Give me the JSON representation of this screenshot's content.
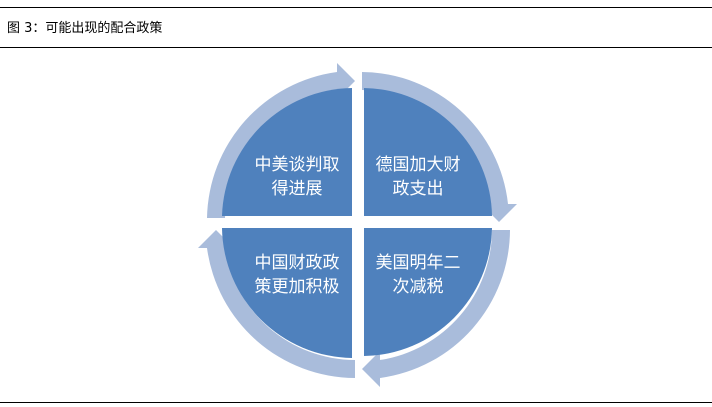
{
  "figure": {
    "caption": "图 3：可能出现的配合政策"
  },
  "quadrants": {
    "top_left": {
      "line1": "中美谈判取",
      "line2": "得进展"
    },
    "top_right": {
      "line1": "德国加大财",
      "line2": "政支出"
    },
    "bottom_right": {
      "line1": "美国明年二",
      "line2": "次减税"
    },
    "bottom_left": {
      "line1": "中国财政政",
      "line2": "策更加积极"
    }
  },
  "colors": {
    "quadrant_fill": "#4f81bd",
    "arrow_fill": "#a9bcdb",
    "text": "#ffffff",
    "rule": "#000000"
  },
  "icons": {
    "cycle_arrow": "clockwise-arrow"
  }
}
